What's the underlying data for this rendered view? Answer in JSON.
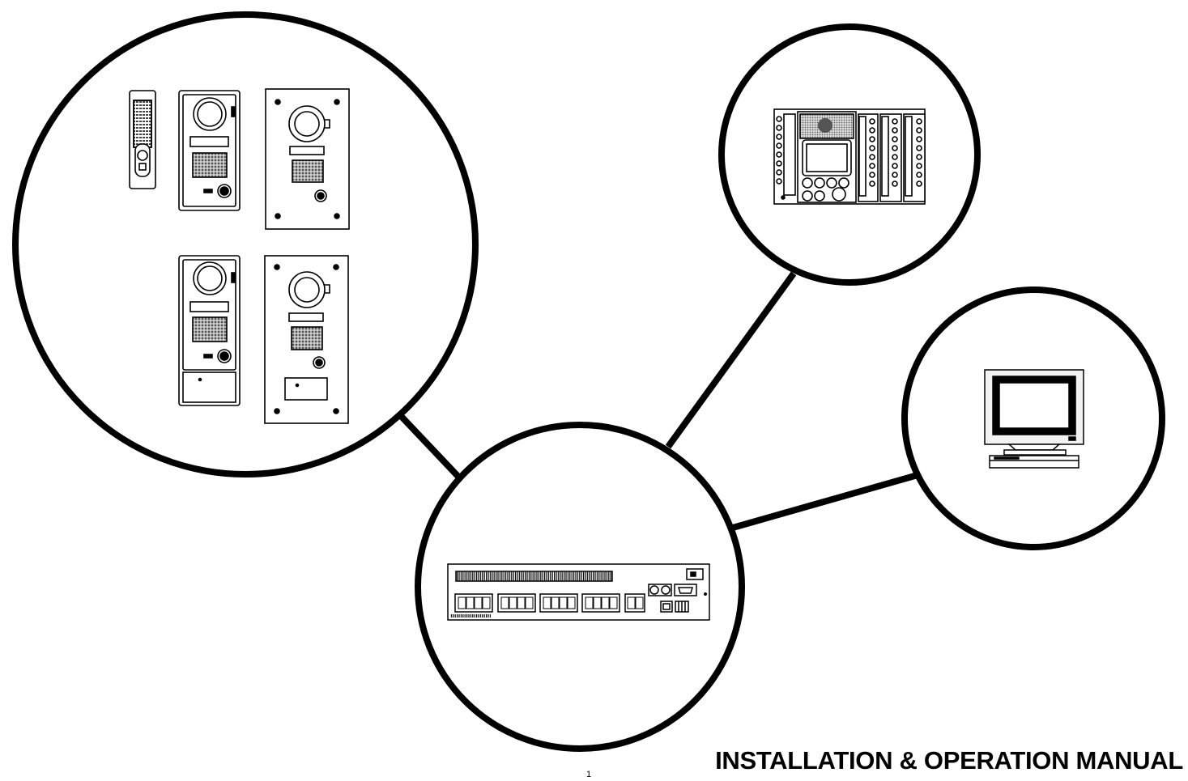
{
  "title": "INSTALLATION & OPERATION MANUAL",
  "page_number": "1",
  "colors": {
    "line": "#000000",
    "background": "#ffffff",
    "device_fill": "#f2f2f2",
    "grille": "#555555"
  },
  "nodes": [
    {
      "name": "door-stations-group",
      "icon": "door-station-icons"
    },
    {
      "name": "master-station",
      "icon": "master-station-icon"
    },
    {
      "name": "pc-monitor",
      "icon": "monitor-icon"
    },
    {
      "name": "control-unit",
      "icon": "control-unit-icon"
    }
  ],
  "connections": [
    [
      "door-stations-group",
      "control-unit"
    ],
    [
      "master-station",
      "control-unit"
    ],
    [
      "pc-monitor",
      "control-unit"
    ]
  ]
}
